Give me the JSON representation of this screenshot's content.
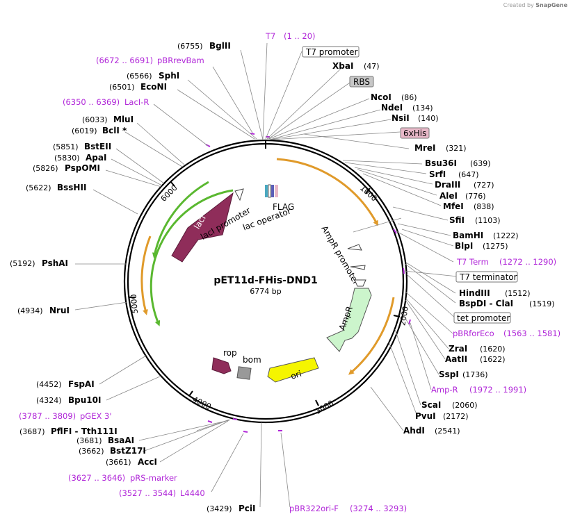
{
  "watermark": {
    "prefix": "Created by",
    "brand": "SnapGene"
  },
  "plasmid": {
    "name": "pET11d-FHis-DND1",
    "length_label": "6774 bp",
    "length": 6774
  },
  "ticks": [
    "1000",
    "2000",
    "3000",
    "4000",
    "5000",
    "6000"
  ],
  "sites_right": [
    {
      "name": "XbaI",
      "pos": "(47)"
    },
    {
      "name": "NcoI",
      "pos": "(86)"
    },
    {
      "name": "NdeI",
      "pos": "(134)"
    },
    {
      "name": "NsiI",
      "pos": "(140)"
    },
    {
      "name": "MreI",
      "pos": "(321)"
    },
    {
      "name": "Bsu36I",
      "pos": "(639)"
    },
    {
      "name": "SrfI",
      "pos": "(647)"
    },
    {
      "name": "DraIII",
      "pos": "(727)"
    },
    {
      "name": "AleI",
      "pos": "(776)"
    },
    {
      "name": "MfeI",
      "pos": "(838)"
    },
    {
      "name": "SfiI",
      "pos": "(1103)"
    },
    {
      "name": "BamHI",
      "pos": "(1222)"
    },
    {
      "name": "BlpI",
      "pos": "(1275)"
    },
    {
      "name": "HindIII",
      "pos": "(1512)"
    },
    {
      "name": "BspDI - ClaI",
      "pos": "(1519)"
    },
    {
      "name": "ZraI",
      "pos": "(1620)"
    },
    {
      "name": "AatII",
      "pos": "(1622)"
    },
    {
      "name": "SspI",
      "pos": "(1736)"
    },
    {
      "name": "ScaI",
      "pos": "(2060)"
    },
    {
      "name": "PvuI",
      "pos": "(2172)"
    },
    {
      "name": "AhdI",
      "pos": "(2541)"
    }
  ],
  "sites_left": [
    {
      "name": "BglII",
      "pos": "(6755)"
    },
    {
      "name": "SphI",
      "pos": "(6566)"
    },
    {
      "name": "EcoNI",
      "pos": "(6501)"
    },
    {
      "name": "MluI",
      "pos": "(6033)"
    },
    {
      "name": "BclI *",
      "pos": "(6019)"
    },
    {
      "name": "BstEII",
      "pos": "(5851)"
    },
    {
      "name": "ApaI",
      "pos": "(5830)"
    },
    {
      "name": "PspOMI",
      "pos": "(5826)"
    },
    {
      "name": "BssHII",
      "pos": "(5622)"
    },
    {
      "name": "PshAI",
      "pos": "(5192)"
    },
    {
      "name": "NruI",
      "pos": "(4934)"
    },
    {
      "name": "FspAI",
      "pos": "(4452)"
    },
    {
      "name": "Bpu10I",
      "pos": "(4324)"
    },
    {
      "name": "PflFI - Tth111I",
      "pos": "(3687)"
    },
    {
      "name": "BsaAI",
      "pos": "(3681)"
    },
    {
      "name": "BstZ17I",
      "pos": "(3662)"
    },
    {
      "name": "AccI",
      "pos": "(3661)"
    },
    {
      "name": "PciI",
      "pos": "(3429)"
    }
  ],
  "primers": [
    {
      "name": "T7",
      "range": "(1 .. 20)"
    },
    {
      "name": "pBRrevBam",
      "range": "(6672 .. 6691)"
    },
    {
      "name": "LacI-R",
      "range": "(6350 .. 6369)"
    },
    {
      "name": "T7 Term",
      "range": "(1272 .. 1290)"
    },
    {
      "name": "pBRforEco",
      "range": "(1563 .. 1581)"
    },
    {
      "name": "Amp-R",
      "range": "(1972 .. 1991)"
    },
    {
      "name": "pGEX 3'",
      "range": "(3787 .. 3809)"
    },
    {
      "name": "pRS-marker",
      "range": "(3627 .. 3646)"
    },
    {
      "name": "L4440",
      "range": "(3527 .. 3544)"
    },
    {
      "name": "pBR322ori-F",
      "range": "(3274 .. 3293)"
    }
  ],
  "boxed_features": [
    {
      "label": "T7 promoter",
      "fill": "#ffffff"
    },
    {
      "label": "RBS",
      "fill": "#c7c7c7"
    },
    {
      "label": "6xHis",
      "fill": "#e8b8c8"
    },
    {
      "label": "T7 terminator",
      "fill": "#ffffff"
    },
    {
      "label": "tet promoter",
      "fill": "#ffffff"
    }
  ],
  "features": {
    "flag": "FLAG",
    "lac_operator": "lac operator",
    "laci": "lacI",
    "laci_promoter": "lacI promoter",
    "ampr_promoter": "AmpR promoter",
    "ampr": "AmpR",
    "ori": "ori",
    "rop": "rop",
    "bom": "bom"
  },
  "colors": {
    "laci": "#8f2d5a",
    "ampr": "#ccf5cc",
    "ori": "#f5f500",
    "rop": "#8f2d5a",
    "bom": "#999999",
    "orf_orange": "#e09a2a",
    "orf_green": "#5ab830",
    "primer_purple": "#b026d8"
  }
}
